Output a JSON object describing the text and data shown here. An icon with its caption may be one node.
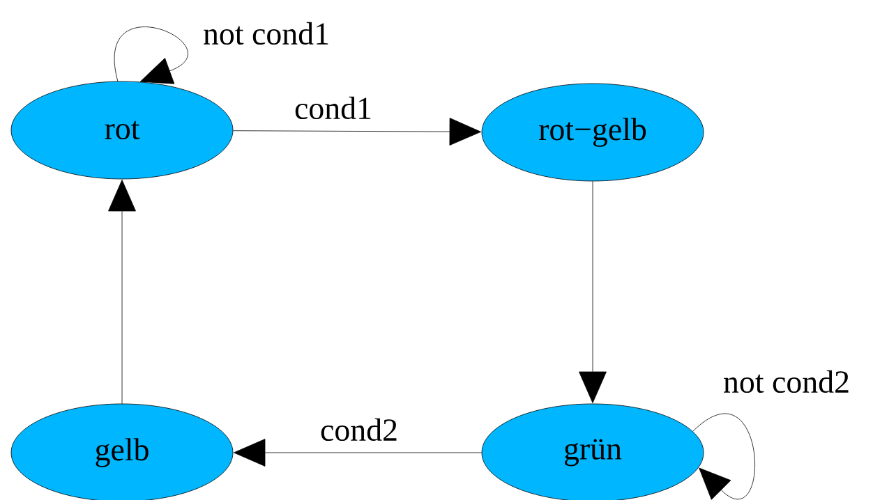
{
  "diagram": {
    "nodes": [
      {
        "text": [
          "rot"
        ]
      },
      {
        "text": [
          "rot−gelb"
        ]
      },
      {
        "text": [
          "grün"
        ]
      },
      {
        "text": [
          "gelb"
        ]
      }
    ],
    "edges": [
      {
        "from": 0,
        "to": 1,
        "arrow": "to",
        "label": "cond1"
      },
      {
        "from": 1,
        "to": 2,
        "arrow": "to"
      },
      {
        "from": 2,
        "to": 3,
        "arrow": "to",
        "label": "cond2"
      },
      {
        "from": 3,
        "to": 0,
        "arrow": "to"
      },
      {
        "from": 0,
        "to": 0,
        "arrow": "to",
        "label": "not cond1"
      },
      {
        "from": 2,
        "to": 2,
        "arrow": "to",
        "label": "not cond2"
      }
    ]
  }
}
